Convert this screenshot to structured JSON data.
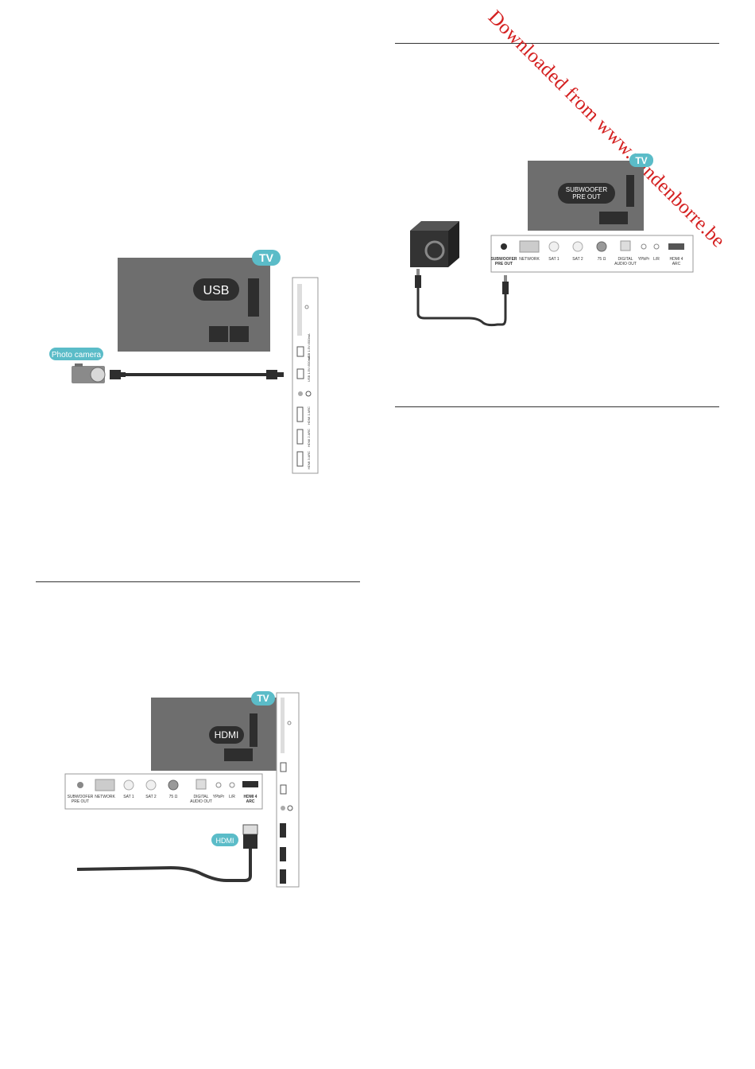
{
  "watermark": "Downloaded from www.vandenborre.be",
  "figures": {
    "usb": {
      "tv_badge": "TV",
      "port_label": "USB",
      "device_label": "Photo camera",
      "side_ports": [
        "USB 1.5V=500mA",
        "USB 1.5V=500mA",
        "HDMI 1 ARC",
        "HDMI 2 ARC",
        "HDMI 3 ARC"
      ]
    },
    "hdmi": {
      "tv_badge": "TV",
      "port_label": "HDMI",
      "cable_label": "HDMI",
      "rear_ports": [
        {
          "line1": "SUBWOOFER",
          "line2": "PRE OUT"
        },
        {
          "line1": "NETWORK",
          "line2": ""
        },
        {
          "line1": "SAT 1",
          "line2": ""
        },
        {
          "line1": "SAT 2",
          "line2": ""
        },
        {
          "line1": "75 Ω",
          "line2": ""
        },
        {
          "line1": "DIGITAL",
          "line2": "AUDIO OUT"
        },
        {
          "line1": "YPbPr",
          "line2": ""
        },
        {
          "line1": "L/R",
          "line2": ""
        },
        {
          "line1": "HDMI 4",
          "line2": "ARC"
        }
      ]
    },
    "subwoofer": {
      "tv_badge": "TV",
      "port_label_line1": "SUBWOOFER",
      "port_label_line2": "PRE OUT",
      "rear_ports": [
        {
          "line1": "SUBWOOFER",
          "line2": "PRE OUT"
        },
        {
          "line1": "NETWORK",
          "line2": ""
        },
        {
          "line1": "SAT 1",
          "line2": ""
        },
        {
          "line1": "SAT 2",
          "line2": ""
        },
        {
          "line1": "75 Ω",
          "line2": ""
        },
        {
          "line1": "DIGITAL",
          "line2": "AUDIO OUT"
        },
        {
          "line1": "YPbPr",
          "line2": ""
        },
        {
          "line1": "L/R",
          "line2": ""
        },
        {
          "line1": "HDMI 4",
          "line2": "ARC"
        }
      ]
    }
  },
  "colors": {
    "tv_body": "#6e6e6e",
    "badge": "#5bbcc8",
    "port_dark": "#3a3a3a",
    "cable": "#333333"
  }
}
